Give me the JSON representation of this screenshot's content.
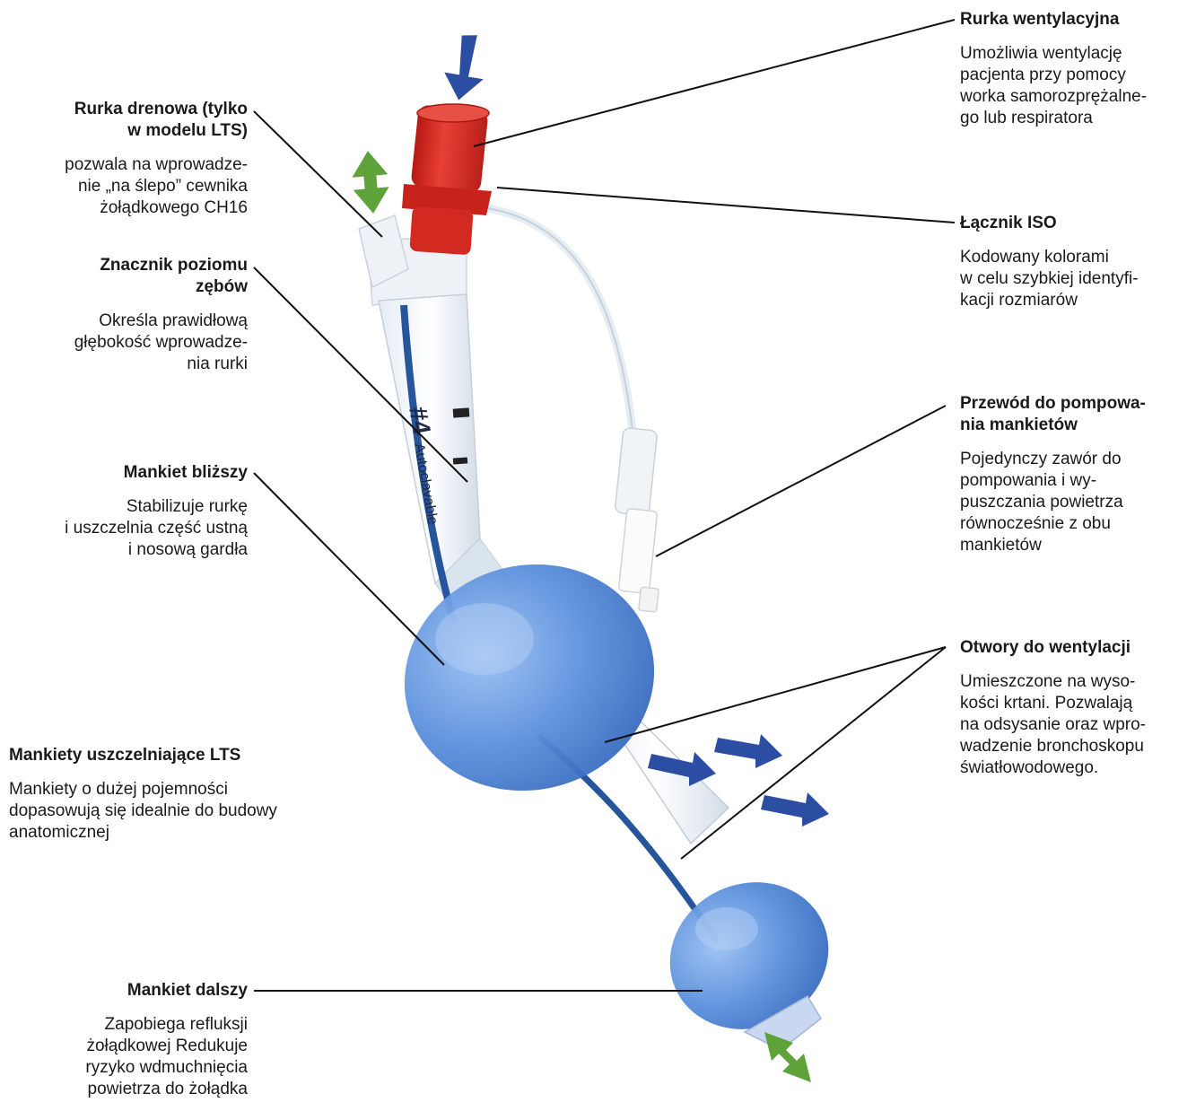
{
  "labels": {
    "rurka_wentylacyjna": {
      "title": "Rurka wentylacyjna",
      "desc": "Umożliwia wentylację\npacjenta przy pomocy\nworka samorozprężalne-\ngo lub respiratora"
    },
    "lacznik_iso": {
      "title": "Łącznik ISO",
      "desc": "Kodowany kolorami\nw celu szybkiej identyfi-\nkacji rozmiarów"
    },
    "przewod": {
      "title": "Przewód do pompowa-\nnia mankietów",
      "desc": "Pojedynczy zawór do\npompowania i wy-\npuszczania powietrza\nrównocześnie z obu\nmankietów"
    },
    "otwory": {
      "title": "Otwory do wentylacji",
      "desc": "Umieszczone na wyso-\nkości krtani. Pozwalają\nna odsysanie oraz wpro-\nwadzenie bronchoskopu\nświatłowodowego."
    },
    "rurka_drenowa": {
      "title": "Rurka drenowa (tylko\nw modelu LTS)",
      "desc": "pozwala na wprowadze-\nnie „na ślepo” cewnika\nżołądkowego CH16"
    },
    "znacznik": {
      "title": "Znacznik poziomu\nzębów",
      "desc": "Określa prawidłową\ngłębokość wprowadze-\nnia rurki"
    },
    "mankiet_blizszy": {
      "title": "Mankiet bliższy",
      "desc": "Stabilizuje rurkę\ni uszczelnia część ustną\ni nosową gardła"
    },
    "mankiety_lts": {
      "title": "Mankiety uszczelniające LTS",
      "desc": "Mankiety o dużej pojemności\ndopasowują się idealnie do budowy\nanatomicznej"
    },
    "mankiet_dalszy": {
      "title": "Mankiet dalszy",
      "desc": "Zapobiega refluksji\nżołądkowej Redukuje\nryzyko wdmuchnięcia\npowietrza do żołądka"
    }
  },
  "tube_print": {
    "size": "#4",
    "text": "Autoclavable"
  },
  "colors": {
    "connector_red": "#d8261c",
    "cuff_blue": "#4d86d6",
    "arrow_blue": "#2b4ea3",
    "arrow_green": "#5ea33a"
  }
}
